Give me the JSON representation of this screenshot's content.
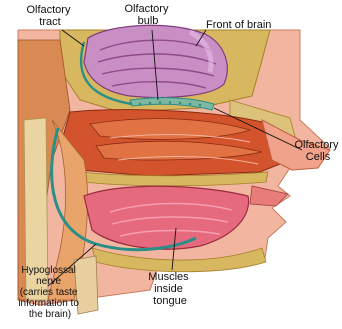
{
  "labels": {
    "olfactory_tract": [
      "Olfactory",
      "tract"
    ],
    "olfactory_bulb": [
      "Olfactory",
      "bulb"
    ],
    "front_of_brain": [
      "Front of brain"
    ],
    "olfactory_cells": [
      "Olfactory",
      "Cells"
    ],
    "muscles_inside_tongue": [
      "Muscles",
      "inside",
      "tongue"
    ],
    "hypoglossal_nerve": [
      "Hypoglossal",
      "nerve",
      "(carries taste",
      "information to",
      "the brain)"
    ]
  },
  "colors": {
    "brain": "#c98fc4",
    "bone": "#d7b760",
    "tissue": "#d3542c",
    "nerve": "#2a8f86",
    "skin": "#f2b6a0"
  }
}
